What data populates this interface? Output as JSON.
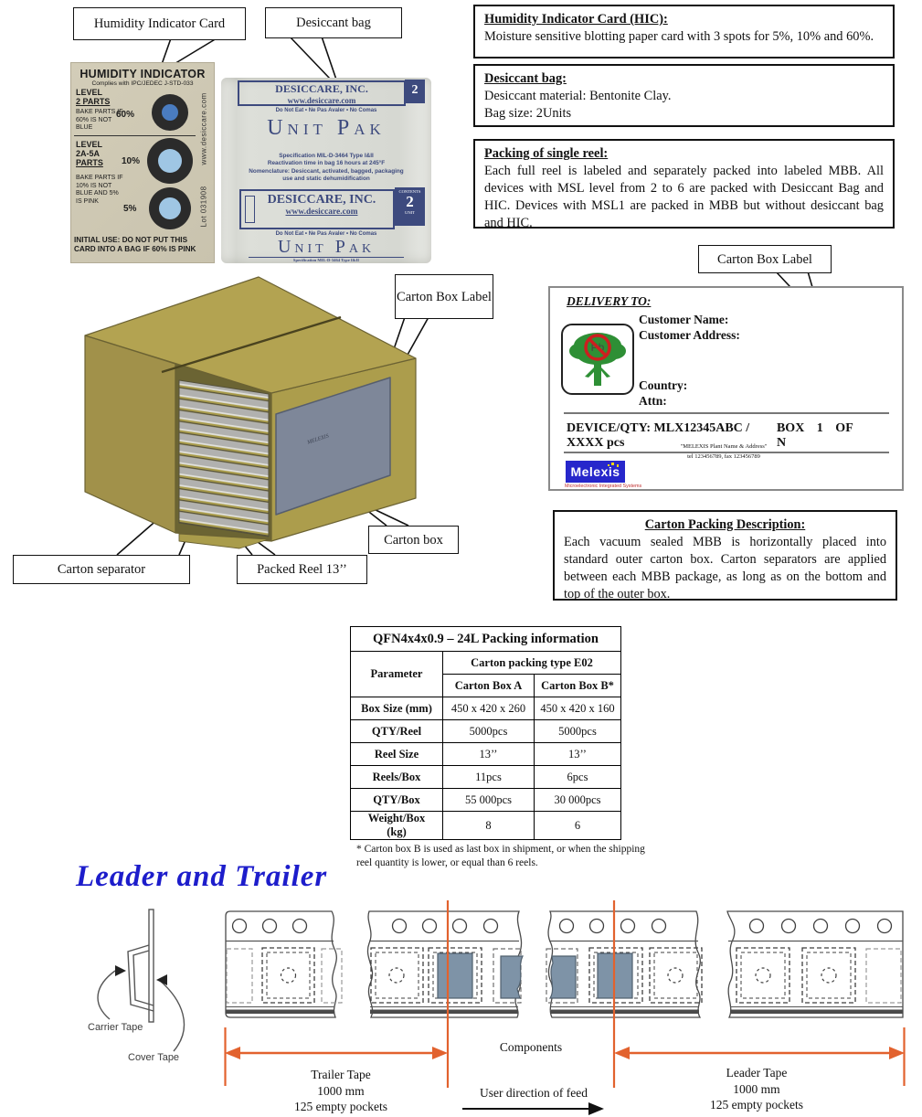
{
  "callouts": {
    "hic": "Humidity Indicator Card",
    "desiccant": "Desiccant bag",
    "carton_box_label_mid": "Carton Box Label",
    "carton_box_label_right": "Carton Box Label",
    "carton_box": "Carton box",
    "carton_separator": "Carton separator",
    "packed_reel": "Packed Reel 13’’"
  },
  "hic_card": {
    "title": "HUMIDITY INDICATOR",
    "compliance": "Complies with IPC/JEDEC J-STD-033",
    "level1a": "LEVEL",
    "level1b": "2 PARTS",
    "level1_note": "BAKE PARTS IF 60% IS NOT BLUE",
    "spot1_pct": "60%",
    "level2a": "LEVEL",
    "level2b": "2A-5A",
    "level2c": "PARTS",
    "level2_note": "BAKE PARTS IF 10% IS NOT BLUE AND 5% IS PINK",
    "spot2_pct": "10%",
    "spot3_pct": "5%",
    "site": "www.desiccare.com",
    "lot": "Lot 031908",
    "footer1": "INITIAL USE: DO NOT PUT THIS",
    "footer2": "CARD INTO A BAG IF 60% IS PINK"
  },
  "bag": {
    "brand": "DESICCARE, INC.",
    "site": "www.desiccare.com",
    "warning": "Do Not Eat  •  Ne Pas Avaler  •  No Comas",
    "product": "Unit Pak",
    "count": "2",
    "contents": "CONTENTS",
    "unit": "UNIT",
    "spec1": "Specification MIL-D-3464 Type I&II",
    "spec2": "Reactivation time in bag 16 hours at 245°F",
    "spec3": "Nomenclature: Desiccant, activated, bagged, packaging",
    "spec4": "use and static dehumidification"
  },
  "hic_box": {
    "title": "Humidity Indicator Card (HIC):",
    "body": "Moisture sensitive blotting paper card with 3 spots for 5%, 10% and 60%."
  },
  "bag_box": {
    "title": "Desiccant bag:",
    "line1": "Desiccant material: Bentonite Clay.",
    "line2": "Bag size: 2Units"
  },
  "reel_box": {
    "title": "Packing of single reel:",
    "body": "Each full reel is labeled and separately packed into labeled MBB. All devices with MSL level from 2 to 6 are packed with Desiccant Bag and HIC. Devices with MSL1 are packed in MBB but without desiccant bag and HIC."
  },
  "box_label": {
    "delivery": "DELIVERY TO:",
    "customer_name": "Customer Name:",
    "customer_address": "Customer Address:",
    "country": "Country:",
    "attn": "Attn:",
    "pb": "Pb",
    "device_qty": "DEVICE/QTY: MLX12345ABC / XXXX pcs",
    "box_no": "BOX  1  OF  N",
    "plant": "\"MELEXIS Plant Name & Address\"",
    "contact": "tel 123456789, fax 123456789",
    "logo": "Melexis",
    "logo_sub": "Microelectronic Integrated Systems"
  },
  "packing_box": {
    "title": "Carton Packing Description:",
    "body": "Each vacuum sealed MBB is horizontally placed into standard outer carton box. Carton separators are applied between each MBB package, as long as on the bottom and top of the outer box."
  },
  "carton_label_text": "MELEXIS",
  "table": {
    "title": "QFN4x4x0.9 – 24L Packing information",
    "param": "Parameter",
    "group": "Carton packing type E02",
    "col_a": "Carton Box A",
    "col_b": "Carton Box B*",
    "rows": [
      {
        "p": "Box Size (mm)",
        "a": "450 x 420 x 260",
        "b": "450 x 420 x 160"
      },
      {
        "p": "QTY/Reel",
        "a": "5000pcs",
        "b": "5000pcs"
      },
      {
        "p": "Reel Size",
        "a": "13’’",
        "b": "13’’"
      },
      {
        "p": "Reels/Box",
        "a": "11pcs",
        "b": "6pcs"
      },
      {
        "p": "QTY/Box",
        "a": "55 000pcs",
        "b": "30 000pcs"
      },
      {
        "p": "Weight/Box (kg)",
        "a": "8",
        "b": "6"
      }
    ]
  },
  "footnote1": "* Carton box B is used as last box in shipment, or when the shipping",
  "footnote2": "reel quantity is lower, or equal than 6 reels.",
  "heading": "Leader and Trailer",
  "tape": {
    "carrier": "Carrier Tape",
    "cover": "Cover Tape",
    "components": "Components",
    "trailer1": "Trailer Tape",
    "trailer2": "1000 mm",
    "trailer3": "125 empty pockets",
    "leader1": "Leader Tape",
    "leader2": "1000 mm",
    "leader3": "125 empty pockets",
    "feed": "User direction of feed"
  },
  "colors": {
    "orange": "#e2622e",
    "heading_blue": "#1d1dcb",
    "olive_top": "#b3a351",
    "olive_left": "#a1914a",
    "olive_right": "#ac9d4c",
    "label_gray": "#7e8799",
    "component_gray": "#7e93a7",
    "melexis_blue": "#2727cb",
    "tree_green": "#2e8f35",
    "ring_red": "#cc1f1f",
    "bag_navy": "#3d4a7e"
  }
}
